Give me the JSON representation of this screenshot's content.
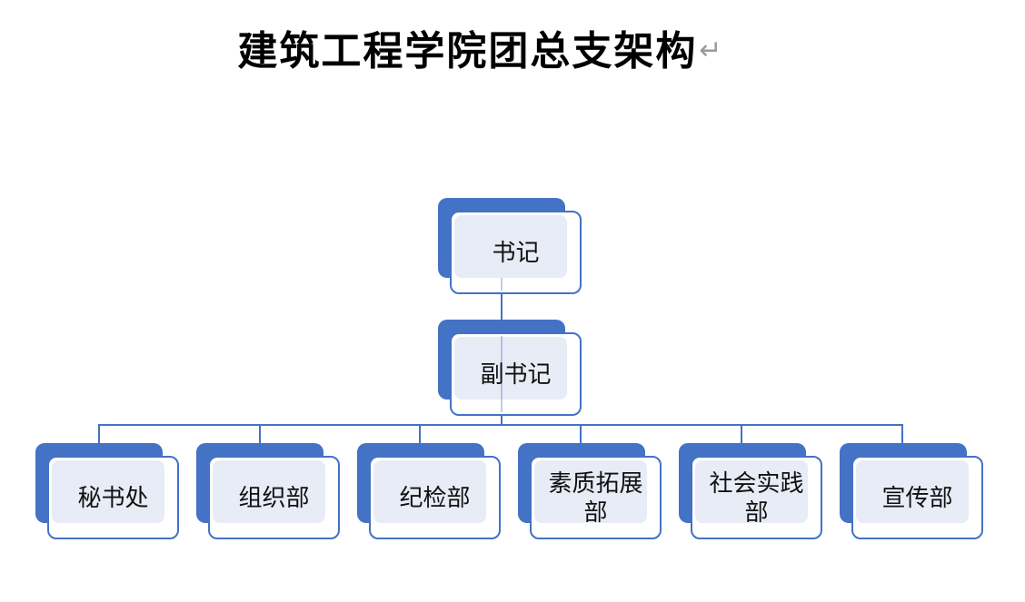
{
  "title": {
    "text": "建筑工程学院团总支架构",
    "paragraph_mark": "↵"
  },
  "diagram": {
    "type": "org-chart",
    "accent_color": "#4472C4",
    "card_fill_color": "#E8ECF6",
    "nodes": {
      "root": {
        "label": "书记"
      },
      "deputy": {
        "label": "副书记"
      },
      "departments": [
        {
          "label": "秘书处"
        },
        {
          "label": "组织部"
        },
        {
          "label": "纪检部"
        },
        {
          "label": "素质拓展部"
        },
        {
          "label": "社会实践部"
        },
        {
          "label": "宣传部"
        }
      ]
    }
  }
}
